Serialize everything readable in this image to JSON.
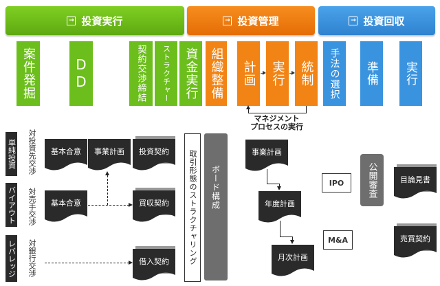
{
  "phases": [
    {
      "label": "投資実行",
      "icon": "arrow-into-box-icon",
      "color": "#6cbe1c"
    },
    {
      "label": "投資管理",
      "icon": "arrow-into-box-icon",
      "color": "#f28415"
    },
    {
      "label": "投資回収",
      "icon": "arrow-into-box-icon",
      "color": "#3a93df"
    }
  ],
  "steps": {
    "execution": [
      "案件発掘",
      "DD",
      "契約交渉締結",
      "ストラクチャー",
      "資金実行"
    ],
    "management": [
      "組織整備",
      "計画",
      "実行",
      "統制"
    ],
    "exit": [
      "手法の選択",
      "準備",
      "実行"
    ]
  },
  "management_cycle_label": [
    "マネジメント",
    "プロセスの実行"
  ],
  "deal_types": [
    {
      "label": "単純投資",
      "negotiation": "対投資先交渉"
    },
    {
      "label": "バイアウト",
      "negotiation": "対売手交渉"
    },
    {
      "label": "レバレッジ",
      "negotiation": "対銀行交渉"
    }
  ],
  "documents": {
    "simple_basic": "基本合意",
    "simple_plan": "事業計画",
    "simple_contract": "投資契約",
    "buyout_basic": "基本合意",
    "buyout_contract": "買収契約",
    "loan_contract": "借入契約"
  },
  "structuring_label": "取引形態のストラクチャリング",
  "board_label": "ボード構成",
  "plans": [
    "事業計画",
    "年度計画",
    "月次計画"
  ],
  "exit_methods": {
    "ipo": "IPO",
    "ma": "M&A",
    "public_review": "公開審査",
    "prospectus": "目論見書",
    "sale_contract": "売買契約"
  },
  "colors": {
    "green": "#6cbe1c",
    "orange": "#f28415",
    "blue": "#3a93df",
    "dark": "#2a2a2a",
    "gray": "#6e6e6e"
  }
}
